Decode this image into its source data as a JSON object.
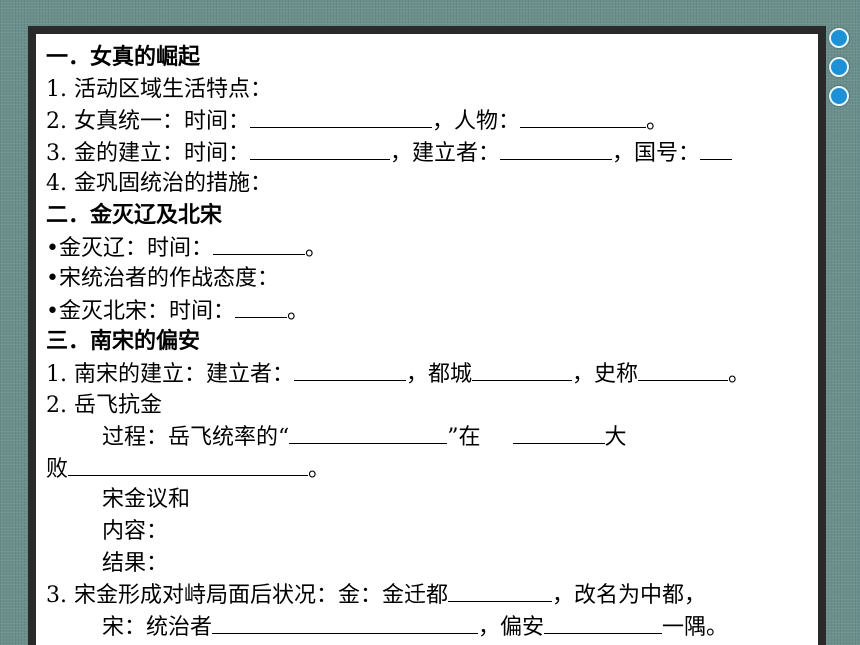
{
  "section1": {
    "title": "一．女真的崛起",
    "item1": "1.   活动区域生活特点：",
    "item2_pre": "2.   女真统一：时间：",
    "item2_mid": "，人物：",
    "item2_end": "。",
    "item3_pre": "3.   金的建立：时间：",
    "item3_mid1": "，建立者：",
    "item3_mid2": "，国号：",
    "item4": "4.   金巩固统治的措施："
  },
  "section2": {
    "title": "二．金灭辽及北宋",
    "item1_pre": "•金灭辽：时间：",
    "item1_end": "。",
    "item2": "•宋统治者的作战态度：",
    "item3_pre": "•金灭北宋：时间：",
    "item3_end": "。"
  },
  "section3": {
    "title": "三．南宋的偏安",
    "item1_pre": "1.  南宋的建立：建立者：",
    "item1_mid1": "，都城",
    "item1_mid2": "，史称",
    "item1_end": "。",
    "item2": "2.  岳飞抗金",
    "process_pre": "过程：岳飞统率的“",
    "process_mid": "”在",
    "process_end": "大",
    "defeat_pre": "败",
    "defeat_end": "。",
    "peace": "宋金议和",
    "content_label": "内容：",
    "result_label": "结果：",
    "item3_pre": "3.  宋金形成对峙局面后状况：金：金迁都",
    "item3_end": "，改名为中都，",
    "song_pre": "宋：统治者",
    "song_mid": "，偏安",
    "song_end": "一隅。"
  },
  "colors": {
    "background": "#6a8f8c",
    "frame": "#2a2a2a",
    "circle": "#1e90d6"
  }
}
